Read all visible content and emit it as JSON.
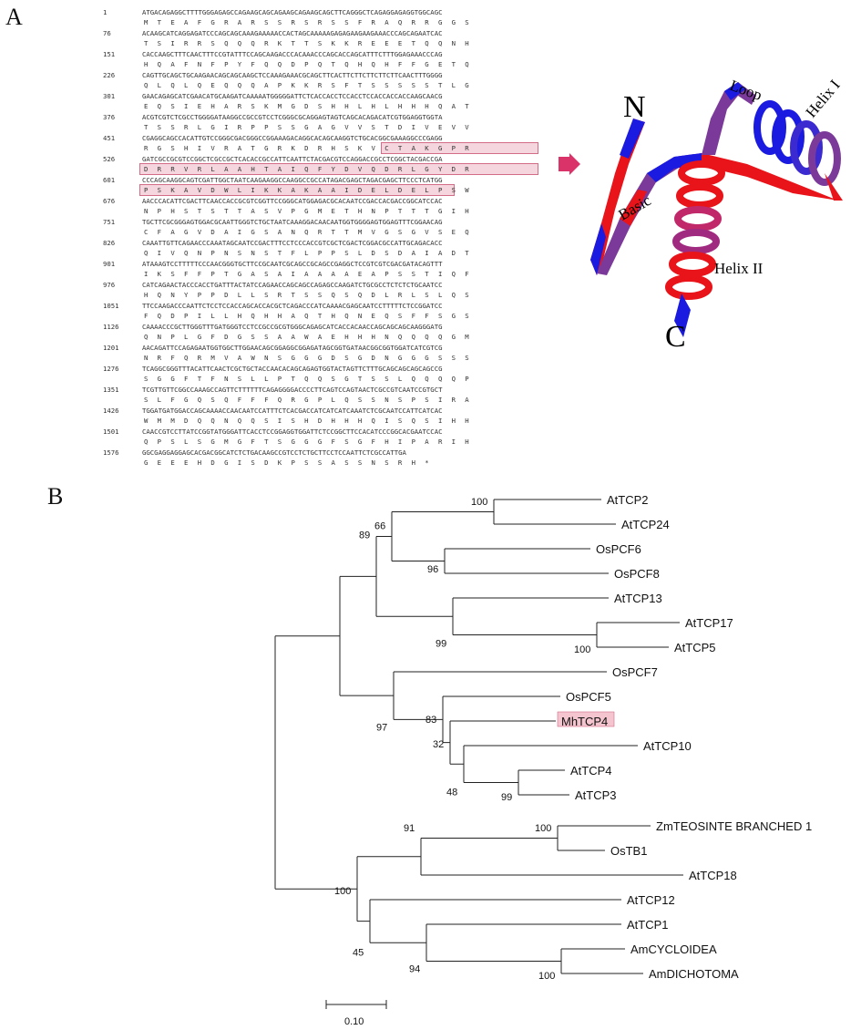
{
  "panels": {
    "a": "A",
    "b": "B"
  },
  "sequence": {
    "rows": [
      {
        "num": "1",
        "nt": "ATGACAGAGGCTTTTGGGAGAGCCAGAAGCAGCAGAAGCAGAAGCAGCTTCAGGGCTCAGAGGAGAGGTGGCAGC",
        "aa": "M  T  E  A  F  G  R  A  R  S  S  R  S  R  S  S  F  R  A  Q  R  R  G  G  S"
      },
      {
        "num": "76",
        "nt": "ACAAGCATCAGGAGATCCCAGCAGCAAAGAAAAACCACTAGCAAAAAGAGAGAAGAAGAAACCCAGCAGAATCAC",
        "aa": "T  S  I  R  R  S  Q  Q  Q  R  K  T  T  S  K  K  R  E  E  E  T  Q  Q  N  H"
      },
      {
        "num": "151",
        "nt": "CACCAAGCTTTCAACTTTCCGTATTTCCAGCAAGACCCACAAACCCAGCACCAGCATTTCTTTGGAGAAACCCAG",
        "aa": "H  Q  A  F  N  F  P  Y  F  Q  Q  D  P  Q  T  Q  H  Q  H  F  F  G  E  T  Q"
      },
      {
        "num": "226",
        "nt": "CAGTTGCAGCTGCAAGAACAGCAGCAAGCTCCAAAGAAACGCAGCTTCACTTCTTCTTCTTCTTCAACTTTGGGG",
        "aa": "Q  L  Q  L  Q  E  Q  Q  Q  A  P  K  K  R  S  F  T  S  S  S  S  S  T  L  G"
      },
      {
        "num": "301",
        "nt": "GAACAGAGCATCGAACATGCAAGATCAAAAATGGGGGATTCTCACCACCTCCACCTCCACCACCACCAAGCAACG",
        "aa": "E  Q  S  I  E  H  A  R  S  K  M  G  D  S  H  H  L  H  L  H  H  H  Q  A  T"
      },
      {
        "num": "376",
        "nt": "ACGTCGTCTCGCCTGGGGATAAGGCCGCCGTCCTCGGGCGCAGGAGTAGTCAGCACAGACATCGTGGAGGTGGTA",
        "aa": "T  S  S  R  L  G  I  R  P  P  S  S  G  A  G  V  V  S  T  D  I  V  E  V  V"
      },
      {
        "num": "451",
        "nt": "CGAGGCAGCCACATTGTCCGGGCGACGGGCCGGAAAGACAGGCACAGCAAGGTCTGCACGGCGAAAGGCCCGAGG",
        "aa": "R  G  S  H  I  V  R  A  T  G  R  K  D  R  H  S  K  V  C  T  A  K  G  P  R"
      },
      {
        "num": "526",
        "nt": "GATCGCCGCGTCCGGCTCGCCGCTCACACCGCCATTCAATTCTACGACGTCCAGGACCGCCTCGGCTACGACCGA",
        "aa": "D  R  R  V  R  L  A  A  H  T  A  I  Q  F  Y  D  V  Q  D  R  L  G  Y  D  R"
      },
      {
        "num": "601",
        "nt": "CCCAGCAAGGCAGTCGATTGGCTAATCAAGAAGGCCAAGGCCGCCATAGACGAGCTAGACGAGCTTCCCTCATGG",
        "aa": "P  S  K  A  V  D  W  L  I  K  K  A  K  A  A  I  D  E  L  D  E  L  P  S  W"
      },
      {
        "num": "676",
        "nt": "AACCCACATTCGACTTCAACCACCGCGTCGGTTCCGGGCATGGAGACGCACAATCCGACCACGACCGGCATCCAC",
        "aa": "N  P  H  S  T  S  T  T  A  S  V  P  G  M  E  T  H  N  P  T  T  T  G  I  H"
      },
      {
        "num": "751",
        "nt": "TGCTTCGCGGGAGTGGACGCAATTGGGTCTGCTAATCAAAGGACAACAATGGTGGGGAGTGGAGTTTCGGAACAG",
        "aa": "C  F  A  G  V  D  A  I  G  S  A  N  Q  R  T  T  M  V  G  S  G  V  S  E  Q"
      },
      {
        "num": "826",
        "nt": "CAAATTGTTCAGAACCCAAATAGCAATCCGACTTTCCTCCCACCGTCGCTCGACTCGGACGCCATTGCAGACACC",
        "aa": "Q  I  V  Q  N  P  N  S  N  S  T  F  L  P  P  S  L  D  S  D  A  I  A  D  T"
      },
      {
        "num": "901",
        "nt": "ATAAAGTCCTTTTTCCCAACGGGTGCTTCCGCAATCGCAGCCGCAGCCGAGGCTCCGTCGTCGACGATACAGTTT",
        "aa": "I  K  S  F  F  P  T  G  A  S  A  I  A  A  A  A  E  A  P  S  S  T  I  Q  F"
      },
      {
        "num": "976",
        "nt": "CATCAGAACTACCCACCTGATTTACTATCCAGAACCAGCAGCCAGAGCCAAGATCTGCGCCTCTCTCTGCAATCC",
        "aa": "H  Q  N  Y  P  P  D  L  L  S  R  T  S  S  Q  S  Q  D  L  R  L  S  L  Q  S"
      },
      {
        "num": "1051",
        "nt": "TTCCAAGACCCAATTCTCCTCCACCAGCACCACGCTCAGACCCATCAAAACGAGCAATCCTTTTTCTCCGGATCC",
        "aa": "F  Q  D  P  I  L  L  H  Q  H  H  A  Q  T  H  Q  N  E  Q  S  F  F  S  G  S"
      },
      {
        "num": "1126",
        "nt": "CAAAACCCGCTTGGGTTTGATGGGTCCTCCGCCGCGTGGGCAGAGCATCACCACAACCAGCAGCAGCAAGGGATG",
        "aa": "Q  N  P  L  G  F  D  G  S  S  A  A  W  A  E  H  H  H  N  Q  Q  Q  Q  G  M"
      },
      {
        "num": "1201",
        "nt": "AACAGATTCCAGAGAATGGTGGCTTGGAACAGCGGAGGCGGAGATAGCGGTGATAACGGCGGTGGATCATCGTCG",
        "aa": "N  R  F  Q  R  M  V  A  W  N  S  G  G  G  D  S  G  D  N  G  G  G  S  S  S"
      },
      {
        "num": "1276",
        "nt": "TCAGGCGGGTTTACATTCAACTCGCTGCTACCAACACAGCAGAGTGGTACTAGTTCTTTGCAGCAGCAGCAGCCG",
        "aa": "S  G  G  F  T  F  N  S  L  L  P  T  Q  Q  S  G  T  S  S  L  Q  Q  Q  Q  P"
      },
      {
        "num": "1351",
        "nt": "TCGTTGTTCGGCCAAAGCCAGTTCTTTTTTCAGAGGGGACCCCTTCAGTCCAGTAACTCGCCGTCAATCCGTGCT",
        "aa": "S  L  F  G  Q  S  Q  F  F  F  Q  R  G  P  L  Q  S  S  N  S  P  S  I  R  A"
      },
      {
        "num": "1426",
        "nt": "TGGATGATGGACCAGCAAAACCAACAATCCATTTCTCACGACCATCATCATCAAATCTCGCAATCCATTCATCAC",
        "aa": "W  M  M  D  Q  Q  N  Q  Q  S  I  S  H  D  H  H  H  Q  I  S  Q  S  I  H  H"
      },
      {
        "num": "1501",
        "nt": "CAACCGTCCTTATCCGGTATGGGATTCACCTCCGGAGGTGGATTCTCCGGCTTCCACATCCCGGCACGAATCCAC",
        "aa": "Q  P  S  L  S  G  M  G  F  T  S  G  G  G  F  S  G  F  H  I  P  A  R  I  H"
      },
      {
        "num": "1576",
        "nt": "GGCGAGGAGGAGCACGACGGCATCTCTGACAAGCCGTCCTCTGCTTCCTCCAATTCTCGCCATTGA",
        "aa": "G  E  E  E  H  D  G  I  S  D  K  P  S  S  A  S  S  N  S  R  H  *"
      }
    ]
  },
  "structure": {
    "labels": {
      "n": "N",
      "c": "C",
      "basic": "Basic",
      "loop": "Loop",
      "helix1": "Helix I",
      "helix2": "Helix II"
    },
    "colors": {
      "red": "#e8141a",
      "blue": "#1a1ae0",
      "purple": "#7b3a9a",
      "arrow": "#d9336a",
      "highlight": "#f4c5cf"
    }
  },
  "tree": {
    "taxa": [
      "AtTCP2",
      "AtTCP24",
      "OsPCF6",
      "OsPCF8",
      "AtTCP13",
      "AtTCP17",
      "AtTCP5",
      "OsPCF7",
      "OsPCF5",
      "MhTCP4",
      "AtTCP10",
      "AtTCP4",
      "AtTCP3",
      "ZmTEOSINTE BRANCHED 1",
      "OsTB1",
      "AtTCP18",
      "AtTCP12",
      "AtTCP1",
      "AmCYCLOIDEA",
      "AmDICHOTOMA"
    ],
    "bootstraps": [
      "100",
      "66",
      "96",
      "89",
      "99",
      "100",
      "97",
      "83",
      "32",
      "48",
      "99",
      "100",
      "91",
      "100",
      "45",
      "94",
      "100"
    ],
    "scale_label": "0.10",
    "highlight_taxon": "MhTCP4"
  }
}
